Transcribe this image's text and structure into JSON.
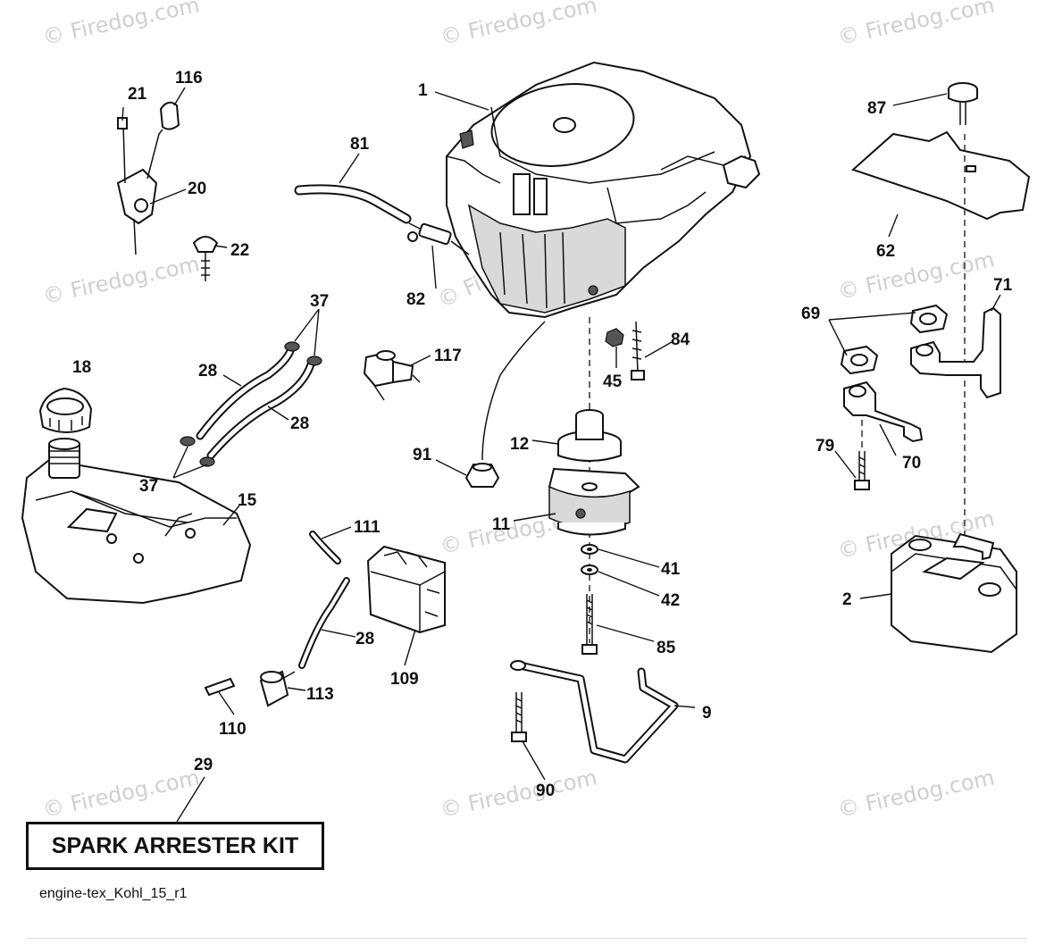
{
  "watermark": "© Firedog.com",
  "diagram": {
    "kit_label": "SPARK ARRESTER KIT",
    "footer_id": "engine-tex_Kohl_15_r1",
    "callouts": {
      "c1": "1",
      "c2": "2",
      "c9": "9",
      "c11": "11",
      "c12": "12",
      "c15": "15",
      "c18": "18",
      "c20": "20",
      "c21": "21",
      "c22": "22",
      "c28a": "28",
      "c28b": "28",
      "c28c": "28",
      "c29": "29",
      "c37a": "37",
      "c37b": "37",
      "c41": "41",
      "c42": "42",
      "c45": "45",
      "c62": "62",
      "c69": "69",
      "c70": "70",
      "c71": "71",
      "c79": "79",
      "c81": "81",
      "c82": "82",
      "c84": "84",
      "c85": "85",
      "c87": "87",
      "c90": "90",
      "c91": "91",
      "c109": "109",
      "c110": "110",
      "c111": "111",
      "c113": "113",
      "c116": "116",
      "c117": "117"
    }
  }
}
